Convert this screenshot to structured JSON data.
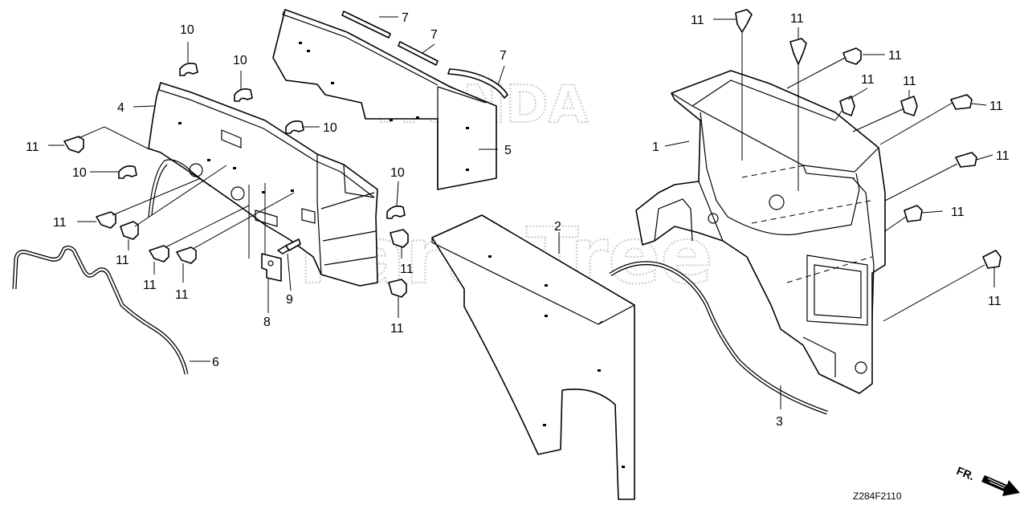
{
  "watermarks": {
    "brand": "HONDA",
    "site": "PartsTree",
    "trademark": "™"
  },
  "callouts": [
    {
      "id": "1",
      "label": "1"
    },
    {
      "id": "2",
      "label": "2"
    },
    {
      "id": "3",
      "label": "3"
    },
    {
      "id": "4",
      "label": "4"
    },
    {
      "id": "5",
      "label": "5"
    },
    {
      "id": "6",
      "label": "6"
    },
    {
      "id": "7",
      "label": "7"
    },
    {
      "id": "8",
      "label": "8"
    },
    {
      "id": "9",
      "label": "9"
    },
    {
      "id": "10",
      "label": "10"
    },
    {
      "id": "11",
      "label": "11"
    }
  ],
  "direction_indicator": {
    "label": "FR.",
    "icon": "front-arrow-icon"
  },
  "diagram_code": "Z284F2110"
}
